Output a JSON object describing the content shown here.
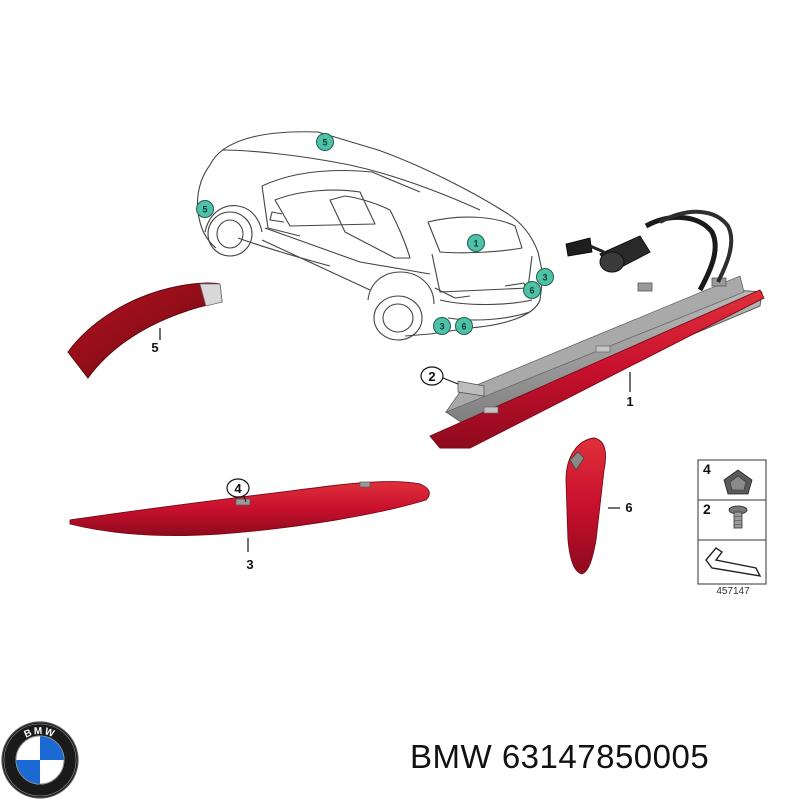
{
  "brand": "BMW",
  "part_number": "63147850005",
  "logo_text": "BMW",
  "diagram_ref": "457147",
  "callouts": {
    "c1": "1",
    "c2": "2",
    "c3": "3",
    "c4": "4",
    "c5": "5",
    "c6": "6"
  },
  "car_badges": {
    "roof": "5",
    "side": "5",
    "spoiler": "1",
    "rear_right": "3",
    "rear_mid": "6",
    "bumper_left": "3",
    "bumper_right": "6"
  },
  "legend": {
    "item_a": "4",
    "item_b": "2"
  },
  "colors": {
    "reflector_red": "#c8102e",
    "badge_teal": "#4fc1a6",
    "logo_blue": "#1c69d4"
  }
}
